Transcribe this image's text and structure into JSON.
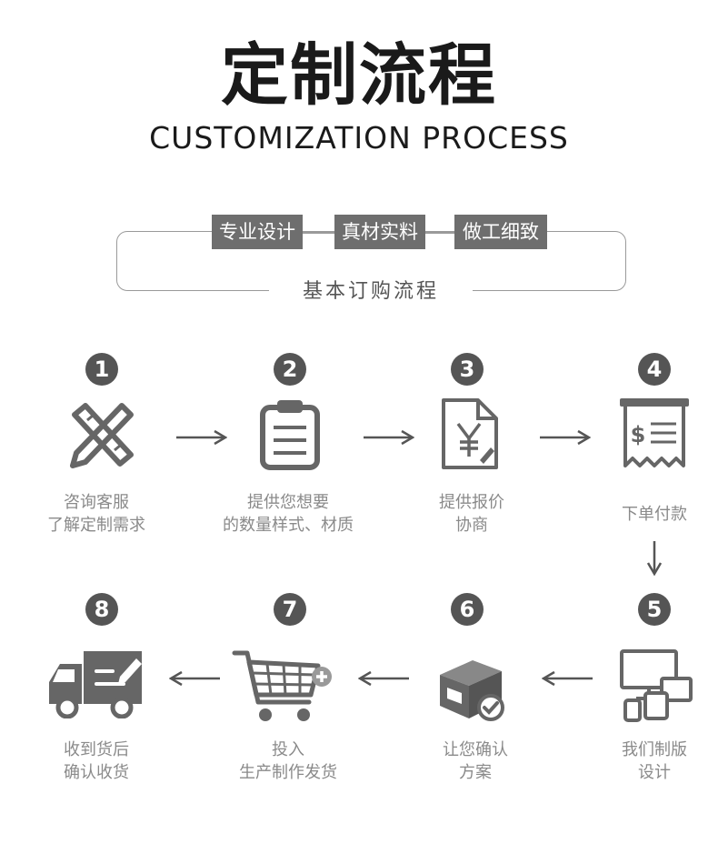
{
  "title_cn": "定制流程",
  "title_en": "CUSTOMIZATION PROCESS",
  "tags": [
    "专业设计",
    "真材实料",
    "做工细致"
  ],
  "subtitle": "基本订购流程",
  "steps": [
    {
      "num": "1",
      "icon": "ruler-pencil-icon",
      "lines": [
        "咨询客服",
        "了解定制需求"
      ]
    },
    {
      "num": "2",
      "icon": "clipboard-icon",
      "lines": [
        "提供您想要",
        "的数量样式、材质"
      ]
    },
    {
      "num": "3",
      "icon": "yen-document-icon",
      "lines": [
        "提供报价",
        "协商"
      ]
    },
    {
      "num": "4",
      "icon": "dollar-receipt-icon",
      "lines": [
        "下单付款"
      ]
    },
    {
      "num": "5",
      "icon": "devices-icon",
      "lines": [
        "我们制版",
        "设计"
      ]
    },
    {
      "num": "6",
      "icon": "package-check-icon",
      "lines": [
        "让您确认",
        "方案"
      ]
    },
    {
      "num": "7",
      "icon": "shopping-cart-icon",
      "lines": [
        "投入",
        "生产制作发货"
      ]
    },
    {
      "num": "8",
      "icon": "delivery-truck-icon",
      "lines": [
        "收到货后",
        "确认收货"
      ]
    }
  ],
  "colors": {
    "icon": "#666666",
    "badge": "#555555",
    "tag": "#6e6e6e",
    "label": "#8a8a8a",
    "border": "#9a9a9a"
  }
}
